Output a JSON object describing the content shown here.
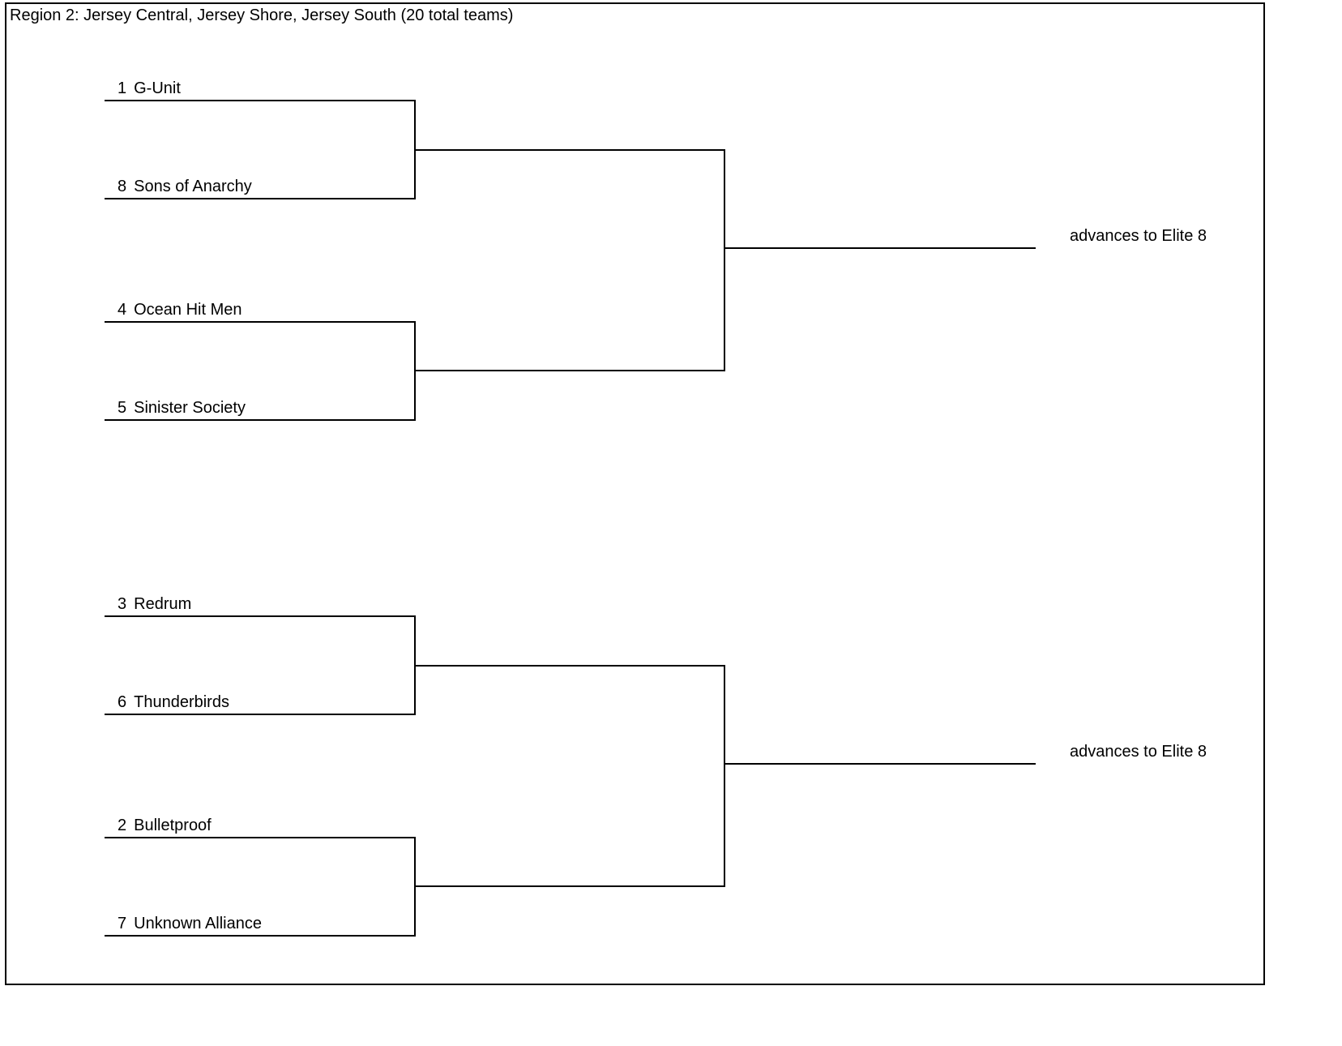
{
  "title": "Region 2: Jersey Central, Jersey Shore, Jersey South (20 total teams)",
  "teams": [
    {
      "seed": "1",
      "name": "G-Unit"
    },
    {
      "seed": "8",
      "name": "Sons of Anarchy"
    },
    {
      "seed": "4",
      "name": "Ocean Hit Men"
    },
    {
      "seed": "5",
      "name": "Sinister Society"
    },
    {
      "seed": "3",
      "name": "Redrum"
    },
    {
      "seed": "6",
      "name": "Thunderbirds"
    },
    {
      "seed": "2",
      "name": "Bulletproof"
    },
    {
      "seed": "7",
      "name": "Unknown Alliance"
    }
  ],
  "advances": [
    "advances to Elite 8",
    "advances to Elite 8"
  ]
}
